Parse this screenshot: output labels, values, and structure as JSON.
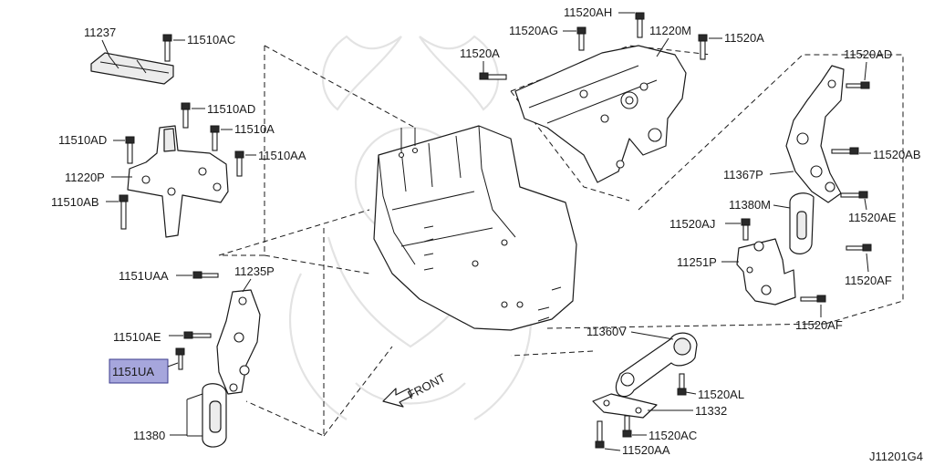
{
  "labels": {
    "p11237": "11237",
    "p11510AC": "11510AC",
    "p11510AD_top": "11510AD",
    "p11510A": "11510A",
    "p11510AD_left": "11510AD",
    "p11510AA": "11510AA",
    "p11220P": "11220P",
    "p11510AB": "11510AB",
    "p11520AH": "11520AH",
    "p11520AG": "11520AG",
    "p11220M": "11220M",
    "p11520A_right": "11520A",
    "p11520A_left": "11520A",
    "p11520AD": "11520AD",
    "p11520AB": "11520AB",
    "p11367P": "11367P",
    "p11380M": "11380M",
    "p11520AE": "11520AE",
    "p11520AJ": "11520AJ",
    "p11251P": "11251P",
    "p11520AF_top": "11520AF",
    "p11520AF_bottom": "11520AF",
    "p1151UAA": "1151UAA",
    "p11235P": "11235P",
    "p11510AE": "11510AE",
    "p1151UA": "1151UA",
    "p11380": "11380",
    "p11360V": "11360V",
    "p11520AL": "11520AL",
    "p11332": "11332",
    "p11520AC": "11520AC",
    "p11520AA": "11520AA",
    "front": "FRONT",
    "drawing_code": "J11201G4"
  },
  "colors": {
    "highlight_fill": "#a6a6dc",
    "highlight_border": "#3b3b8c",
    "line": "#1a1a1a",
    "watermark": "#e3e3e3"
  },
  "selected_label": "1151UA"
}
